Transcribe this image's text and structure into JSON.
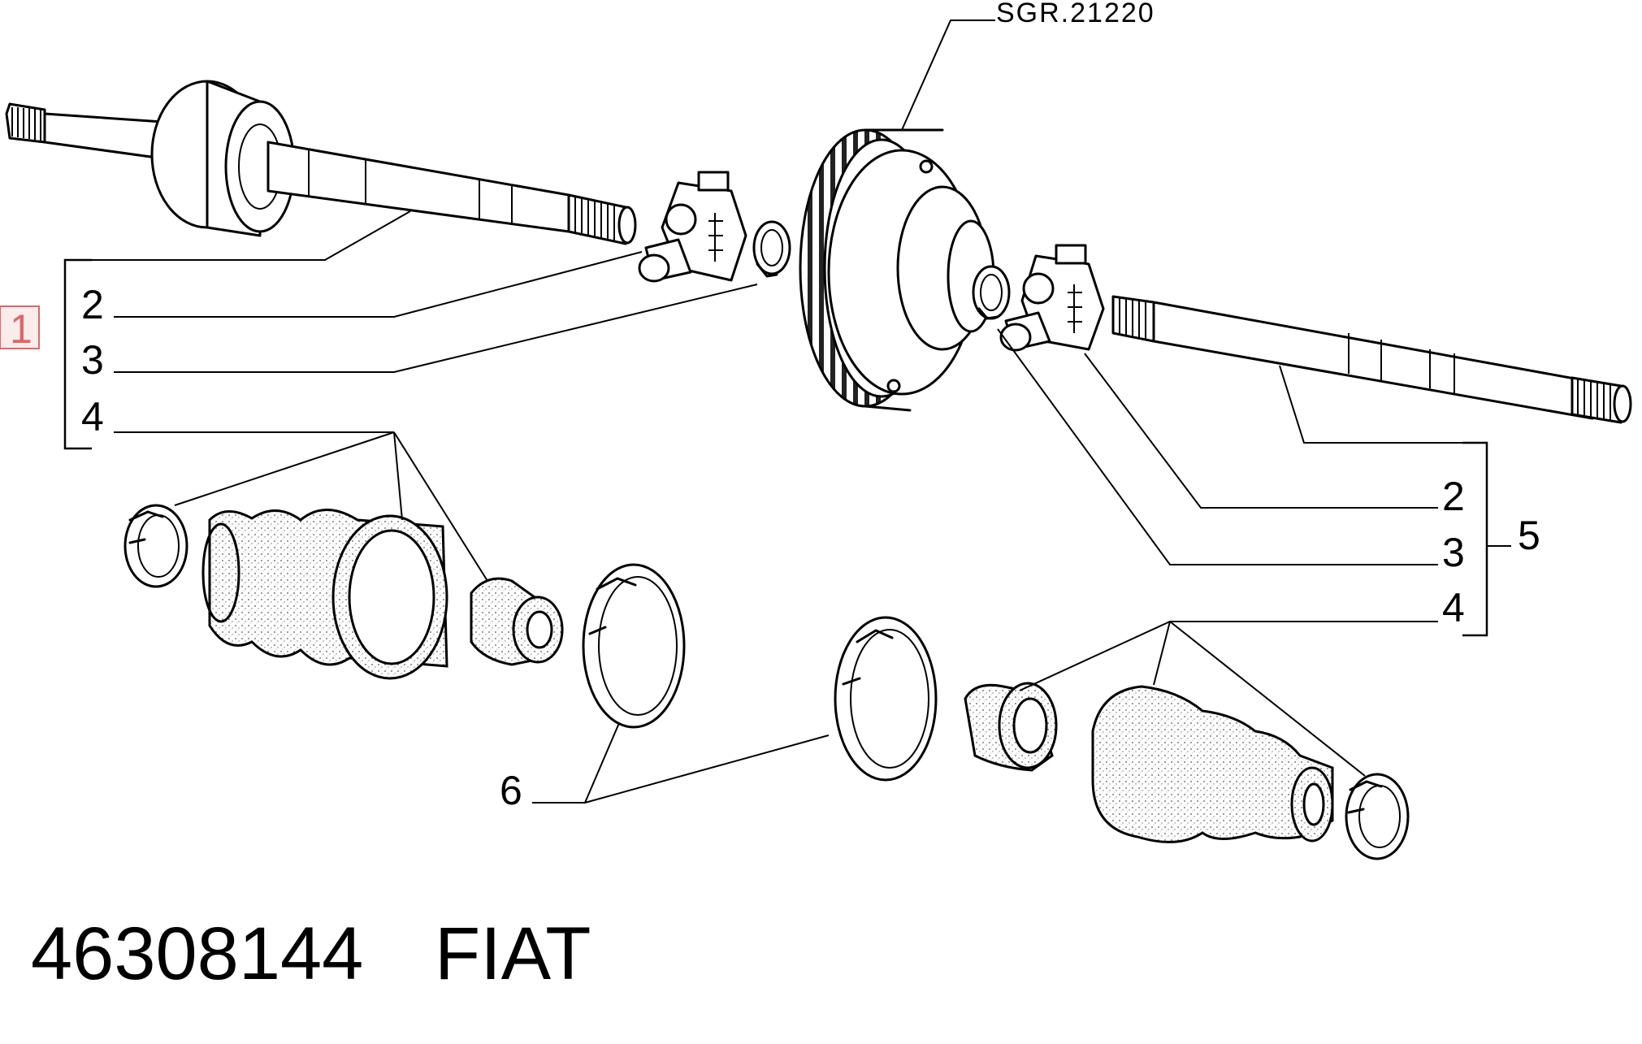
{
  "diagram": {
    "reference_code": "SGR.21220",
    "callouts": {
      "left_group": [
        "1",
        "2",
        "3",
        "4"
      ],
      "right_group": [
        "2",
        "3",
        "4",
        "5"
      ],
      "bottom": "6"
    },
    "highlight_color": "#e06666"
  },
  "footer": {
    "part_number": "46308144",
    "brand": "FIAT"
  },
  "icons": [
    "gear-icon",
    "axle-shaft-icon",
    "boot-icon",
    "clamp-icon",
    "tripod-joint-icon"
  ]
}
